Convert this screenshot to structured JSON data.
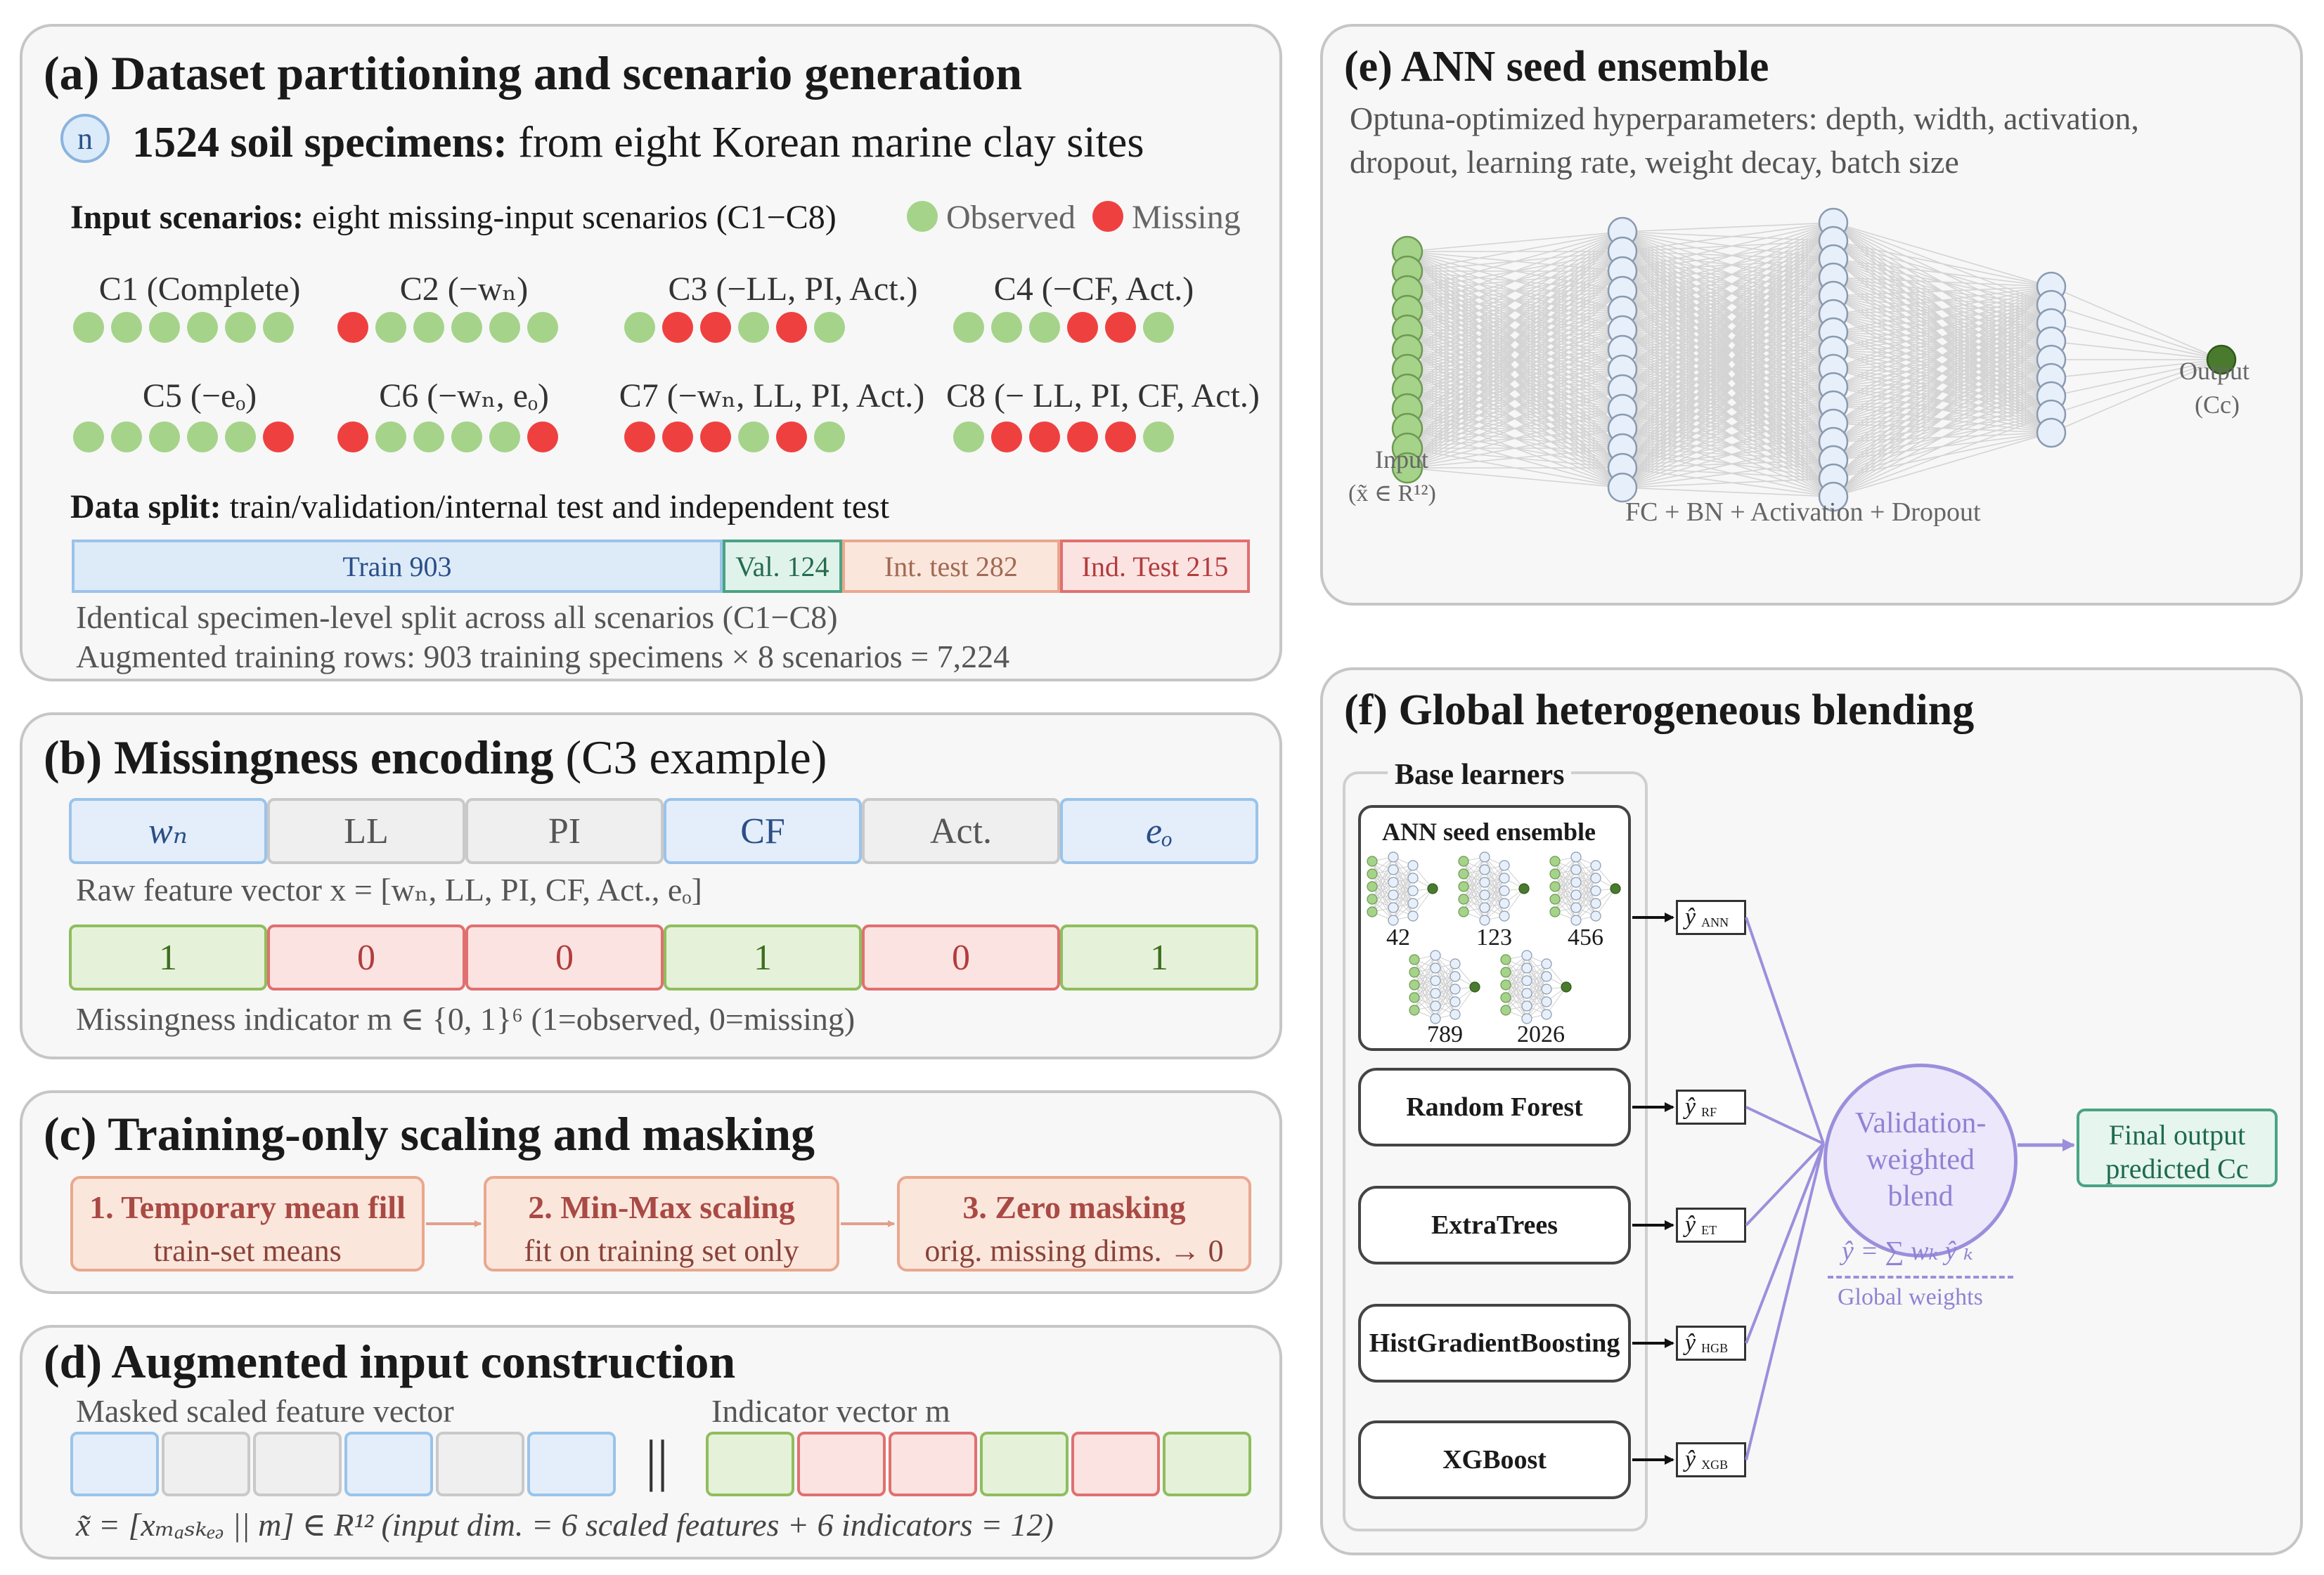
{
  "panel_a": {
    "title_tag": "(a)",
    "title": "Dataset partitioning and scenario generation",
    "n_badge": "n",
    "specimens_bold": "1524 soil specimens:",
    "specimens_rest": "from eight Korean marine clay sites",
    "input_bold": "Input scenarios:",
    "input_rest": "eight missing-input scenarios (C1−C8)",
    "legend_observed": "Observed",
    "legend_missing": "Missing",
    "scenarios": [
      {
        "label": "C1 (Complete)",
        "pattern": [
          1,
          1,
          1,
          1,
          1,
          1
        ]
      },
      {
        "label": "C2 (−wₙ)",
        "pattern": [
          0,
          1,
          1,
          1,
          1,
          1
        ]
      },
      {
        "label": "C3 (−LL, PI, Act.)",
        "pattern": [
          1,
          0,
          0,
          1,
          0,
          1
        ]
      },
      {
        "label": "C4 (−CF, Act.)",
        "pattern": [
          1,
          1,
          1,
          0,
          0,
          1
        ]
      },
      {
        "label": "C5 (−eₒ)",
        "pattern": [
          1,
          1,
          1,
          1,
          1,
          0
        ]
      },
      {
        "label": "C6 (−wₙ, eₒ)",
        "pattern": [
          0,
          1,
          1,
          1,
          1,
          0
        ]
      },
      {
        "label": "C7 (−wₙ, LL, PI, Act.)",
        "pattern": [
          0,
          0,
          0,
          1,
          0,
          1
        ]
      },
      {
        "label": "C8 (− LL, PI, CF, Act.)",
        "pattern": [
          1,
          0,
          0,
          0,
          0,
          1
        ]
      }
    ],
    "split_bold": "Data split:",
    "split_rest": "train/validation/internal test and independent test",
    "bar": [
      {
        "label": "Train 903",
        "count": 903
      },
      {
        "label": "Val. 124",
        "count": 124
      },
      {
        "label": "Int. test 282",
        "count": 282
      },
      {
        "label": "Ind. Test 215",
        "count": 215
      }
    ],
    "note1": "Identical specimen-level split across all scenarios (C1−C8)",
    "note2": "Augmented training rows: 903 training specimens × 8 scenarios = 7,224"
  },
  "panel_b": {
    "title_tag": "(b)",
    "title": "Missingness encoding",
    "title_suffix": "(C3 example)",
    "features": [
      "wₙ",
      "LL",
      "PI",
      "CF",
      "Act.",
      "eₒ"
    ],
    "raw_label": "Raw feature vector x = [wₙ, LL, PI, CF, Act., eₒ]",
    "indicators": [
      "1",
      "0",
      "0",
      "1",
      "0",
      "1"
    ],
    "indicator_label": "Missingness indicator m ∈ {0, 1}⁶ (1=observed, 0=missing)"
  },
  "panel_c": {
    "title_tag": "(c)",
    "title": "Training-only scaling and masking",
    "steps": [
      {
        "head": "1. Temporary mean fill",
        "sub": "train-set means"
      },
      {
        "head": "2. Min-Max scaling",
        "sub": "fit on training set only"
      },
      {
        "head": "3. Zero masking",
        "sub": "orig. missing dims. → 0"
      }
    ]
  },
  "panel_d": {
    "title_tag": "(d)",
    "title": "Augmented input construction",
    "masked_label": "Masked scaled feature vector",
    "indicator_label": "Indicator vector m",
    "concat": "||",
    "formula": "x̃ = [xₘₐₛₖₑₔ || m] ∈ R¹² (input dim. = 6 scaled features + 6 indicators = 12)"
  },
  "panel_e": {
    "title_tag": "(e)",
    "title": "ANN seed ensemble",
    "desc1": "Optuna-optimized hyperparameters: depth, width, activation,",
    "desc2": "dropout, learning rate, weight decay, batch size",
    "layers": [
      12,
      14,
      16,
      9,
      1
    ],
    "input_label": "Input",
    "input_sub": "(x̃ ∈ R¹²)",
    "hidden_label": "FC + BN + Activation + Dropout",
    "output_label": "Output",
    "output_sub": "(Cc)"
  },
  "panel_f": {
    "title_tag": "(f)",
    "title": "Global heterogeneous blending",
    "base_learners": "Base learners",
    "ann_title": "ANN seed ensemble",
    "seeds": [
      "42",
      "123",
      "456",
      "789",
      "2026"
    ],
    "learners": [
      "Random Forest",
      "ExtraTrees",
      "HistGradientBoosting",
      "XGBoost"
    ],
    "yhat": "ŷ",
    "yhat_subs": [
      "ANN",
      "RF",
      "ET",
      "HGB",
      "XGB"
    ],
    "blend": [
      "Validation-",
      "weighted",
      "blend"
    ],
    "blend_formula": "ŷ = ∑ wₖ ŷ ₖ",
    "global_weights": "Global weights",
    "final": [
      "Final output",
      "predicted Cc"
    ],
    "colors": {
      "accent": "#9b8fdc",
      "final_border": "#4aa384",
      "final_fill": "#e6f5ee"
    }
  }
}
